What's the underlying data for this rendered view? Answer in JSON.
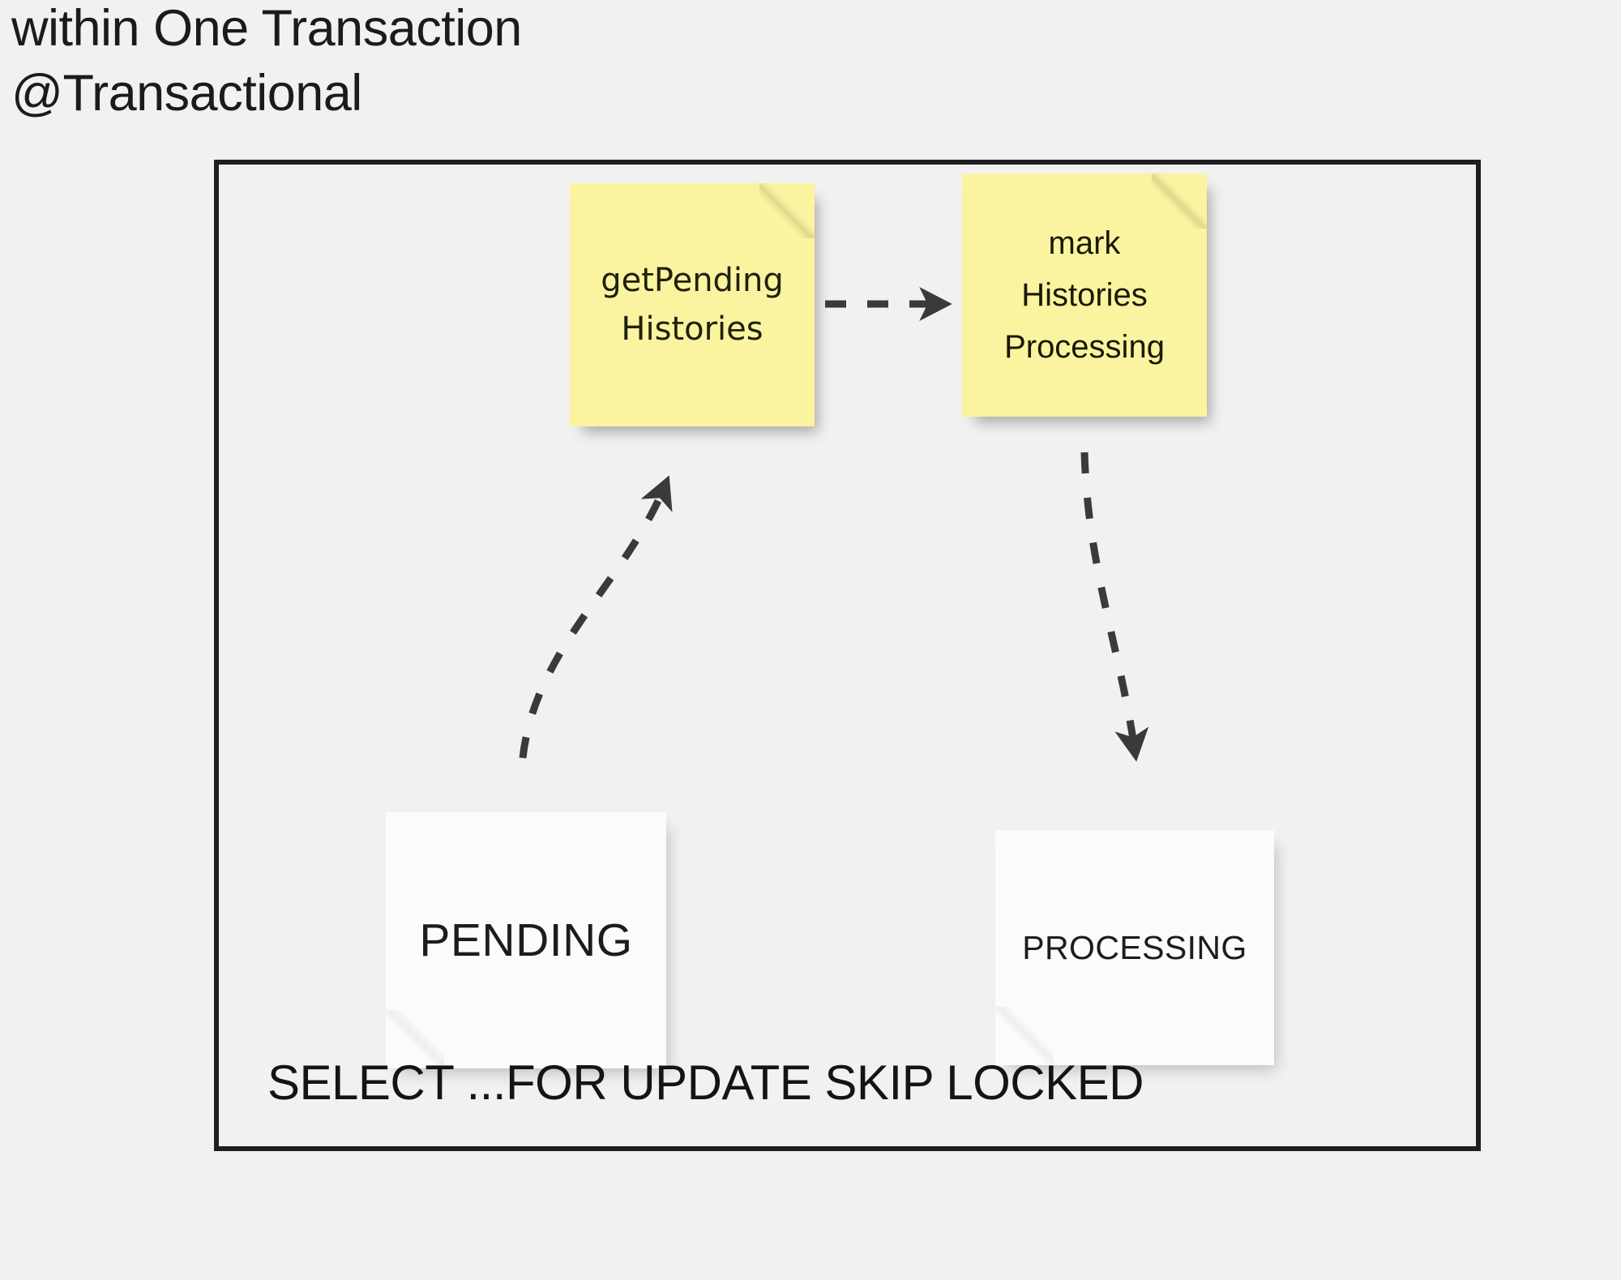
{
  "heading": {
    "line1": "within One Transaction",
    "line2": "@Transactional"
  },
  "frame": {
    "caption": "SELECT ...FOR UPDATE SKIP LOCKED"
  },
  "notes": {
    "get_pending_histories": {
      "line1": "getPending",
      "line2": "Histories",
      "color": "#faf39f"
    },
    "mark_histories_processing": {
      "line1": "mark",
      "line2": "Histories",
      "line3": "Processing",
      "color": "#faf39f"
    },
    "pending_state": {
      "label": "PENDING",
      "color": "#fbfbfb"
    },
    "processing_state": {
      "label": "PROCESSING",
      "color": "#fbfbfb"
    }
  },
  "arrows": [
    {
      "name": "get-pending-to-mark",
      "from": "get_pending_histories",
      "to": "mark_histories_processing",
      "style": "dashed",
      "direction": "right"
    },
    {
      "name": "pending-to-get-pending",
      "from": "pending_state",
      "to": "get_pending_histories",
      "style": "dashed",
      "direction": "up"
    },
    {
      "name": "mark-to-processing",
      "from": "mark_histories_processing",
      "to": "processing_state",
      "style": "dashed",
      "direction": "down"
    }
  ],
  "colors": {
    "background": "#f1f1f1",
    "frame_border": "#1f1f1f",
    "arrow": "#3a3a3a",
    "text": "#1b1b1b"
  }
}
